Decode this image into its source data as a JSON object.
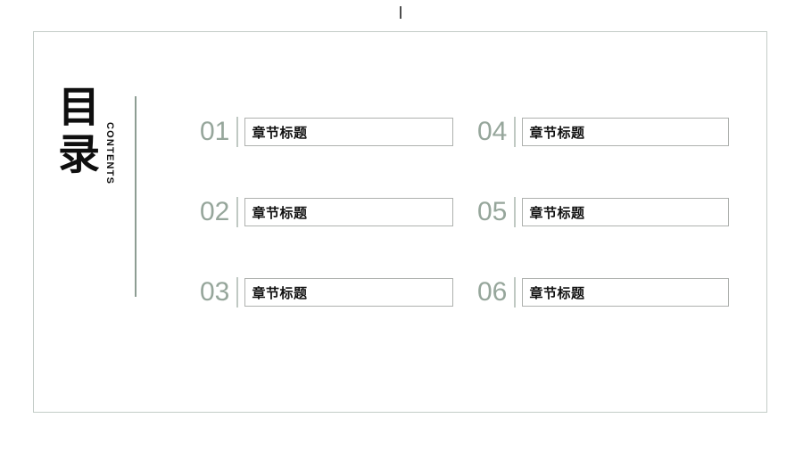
{
  "slide": {
    "title": "目录",
    "subtitle": "CONTENTS",
    "items": [
      {
        "number": "01",
        "label": "章节标题"
      },
      {
        "number": "02",
        "label": "章节标题"
      },
      {
        "number": "03",
        "label": "章节标题"
      },
      {
        "number": "04",
        "label": "章节标题"
      },
      {
        "number": "05",
        "label": "章节标题"
      },
      {
        "number": "06",
        "label": "章节标题"
      }
    ],
    "colors": {
      "background": "#ffffff",
      "frame_border": "#c3ccc7",
      "divider_line": "#8d9d93",
      "item_number": "#96a69b",
      "item_separator": "#c0c9c3",
      "box_border": "#aeb1ae",
      "title_text": "#0f0f0f"
    }
  }
}
